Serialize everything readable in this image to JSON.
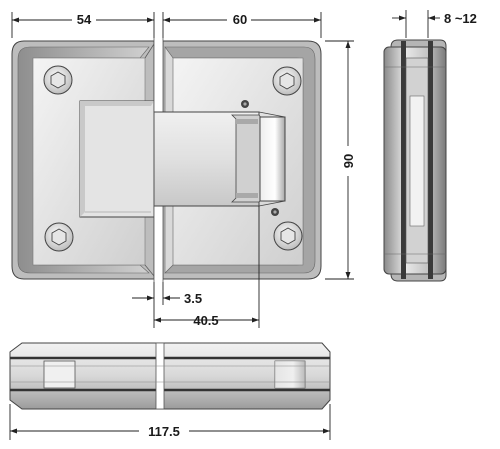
{
  "diagram": {
    "dimensions": {
      "top_left_width": "54",
      "top_right_width": "60",
      "side_glass_thickness": "8 ~12",
      "height": "90",
      "offset": "3.5",
      "knuckle_width": "40.5",
      "overall_length": "117.5"
    },
    "colors": {
      "plate_light": "#eeeeee",
      "plate_mid": "#d6d6d6",
      "plate_dark": "#9a9a9a",
      "outline": "#444444",
      "dimension_line": "#222222"
    }
  }
}
